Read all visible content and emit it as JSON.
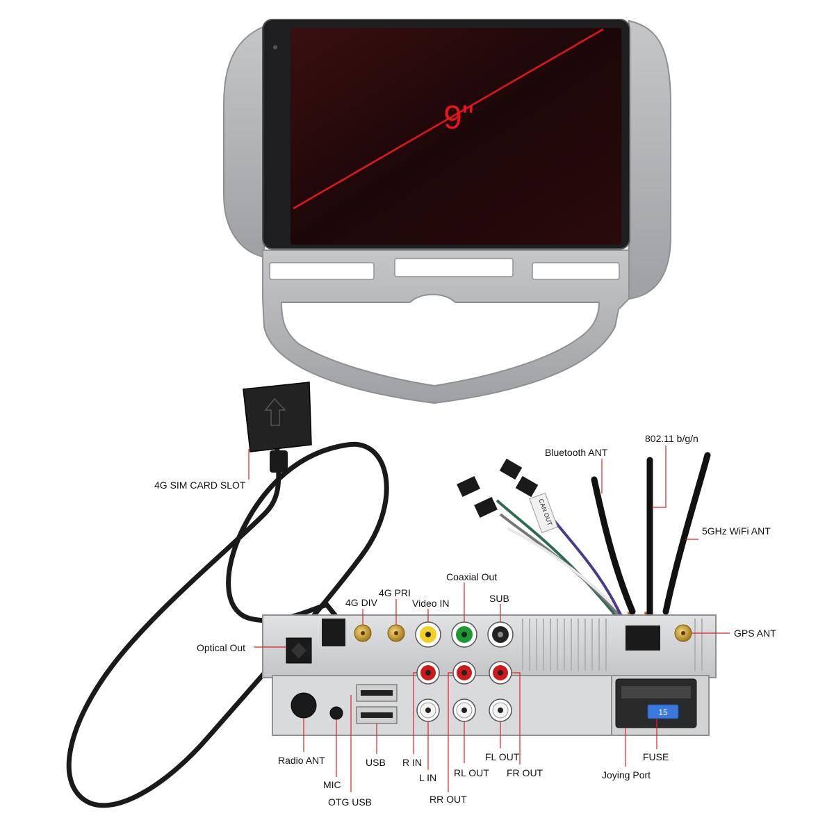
{
  "screen": {
    "size_label": "9\""
  },
  "labels": {
    "sim_slot": "4G SIM CARD SLOT",
    "bluetooth_ant": "Bluetooth ANT",
    "wifi_80211": "802.11 b/g/n",
    "wifi_5ghz": "5GHz WiFi ANT",
    "gps_ant": "GPS ANT",
    "optical_out": "Optical Out",
    "g4_div": "4G DIV",
    "g4_pri": "4G PRI",
    "video_in": "Video IN",
    "coaxial_out": "Coaxial Out",
    "sub": "SUB",
    "radio_ant": "Radio ANT",
    "mic": "MIC",
    "otg_usb": "OTG USB",
    "usb": "USB",
    "r_in": "R IN",
    "l_in": "L IN",
    "rr_out": "RR OUT",
    "rl_out": "RL OUT",
    "fl_out": "FL OUT",
    "fr_out": "FR OUT",
    "joying_port": "Joying Port",
    "fuse": "FUSE"
  },
  "markings": {
    "can_out": "CAN OUT",
    "fuse_value": "15"
  },
  "colors": {
    "leader_line": "#e02020",
    "screen_diagonal": "#e8141c",
    "bezel_silver": "#aeb0b2",
    "chassis_silver": "#d4d6d8",
    "gold_connector": "#d4a12a",
    "rca_red": "#d01a1a",
    "rca_yellow": "#f0d020",
    "rca_green": "#1a9a30",
    "fuse_blue": "#3a7ae0"
  }
}
